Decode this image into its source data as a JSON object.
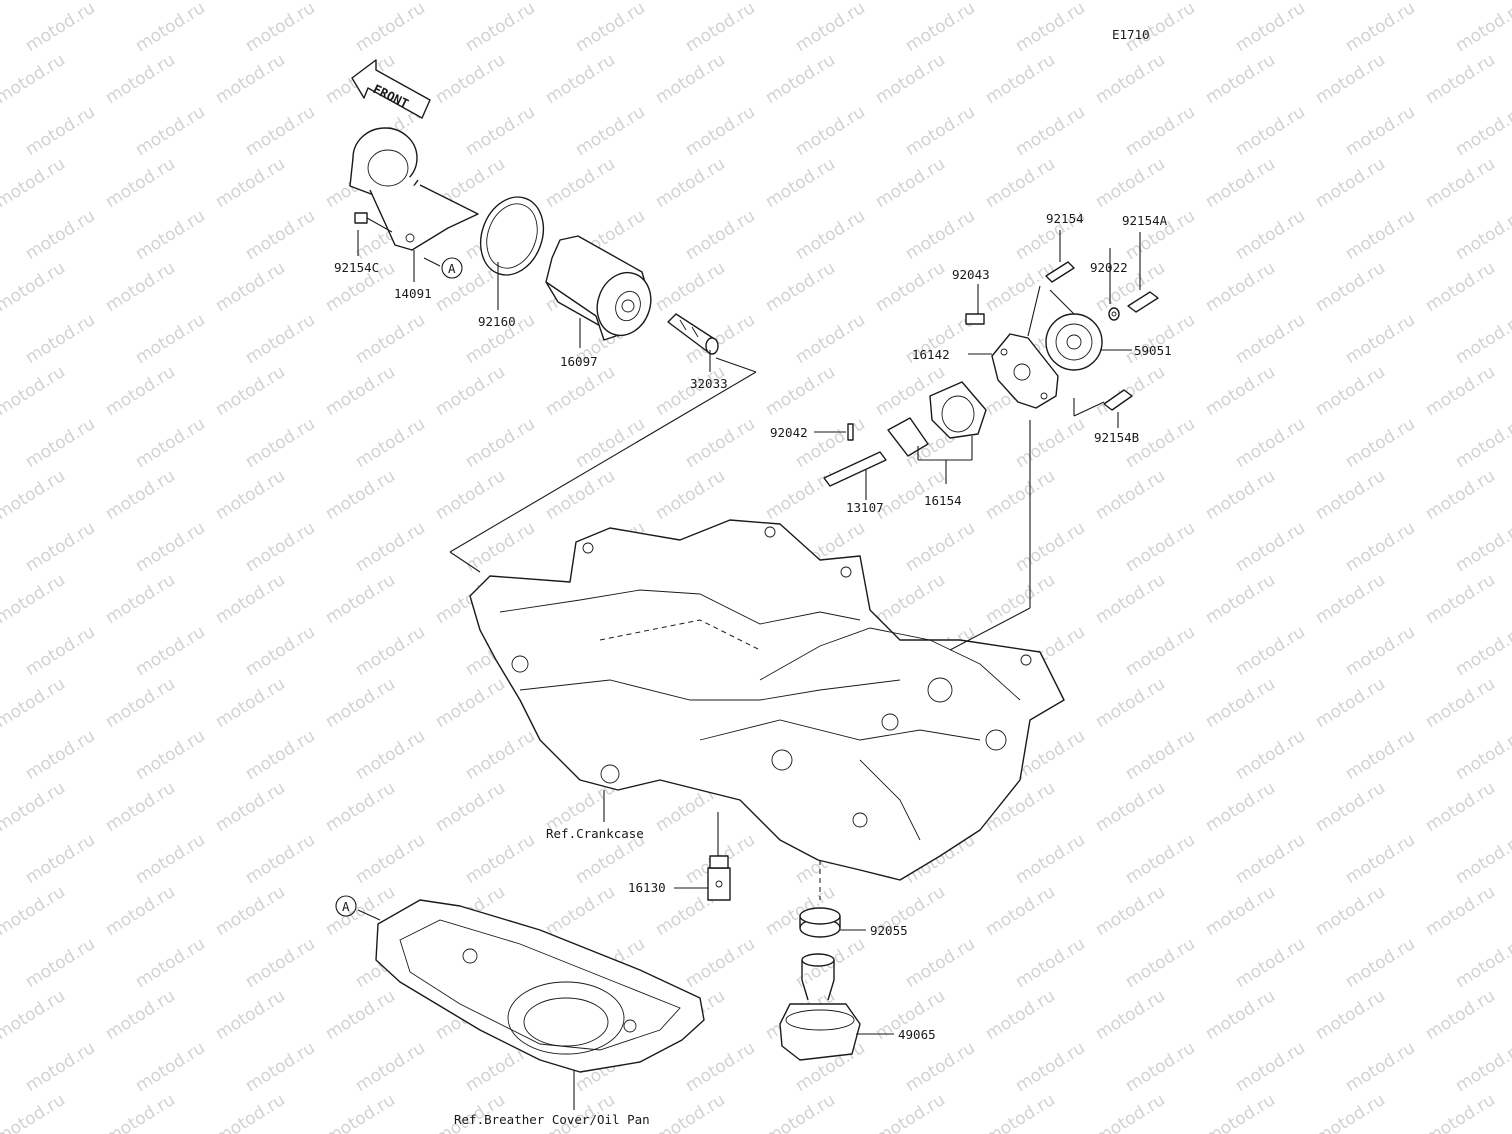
{
  "diagram_code": "E1710",
  "watermark_text": "motod.ru",
  "front_marker": "FRONT",
  "ref_marker": "A",
  "callouts": {
    "p92154C": "92154C",
    "p14091": "14091",
    "p92160": "92160",
    "p16097": "16097",
    "p32033": "32033",
    "p92154": "92154",
    "p92154A": "92154A",
    "p92043": "92043",
    "p92022": "92022",
    "p16142": "16142",
    "p59051": "59051",
    "p92154B": "92154B",
    "p92042": "92042",
    "p13107": "13107",
    "p16154": "16154",
    "p16130": "16130",
    "p92055": "92055",
    "p49065": "49065"
  },
  "references": {
    "crankcase": "Ref.Crankcase",
    "oil_pan": "Ref.Breather Cover/Oil Pan"
  },
  "colors": {
    "line": "#1a1a1a",
    "watermark": "#d2d2d2",
    "background": "#ffffff"
  }
}
